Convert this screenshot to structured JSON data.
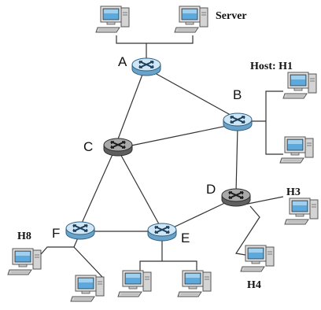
{
  "labels": {
    "server": "Server",
    "host_h1": "Host: H1",
    "h3": "H3",
    "h4": "H4",
    "h8": "H8"
  },
  "routers": {
    "a": {
      "label": "A",
      "style": "blue"
    },
    "b": {
      "label": "B",
      "style": "blue"
    },
    "c": {
      "label": "C",
      "style": "gray"
    },
    "d": {
      "label": "D",
      "style": "gray"
    },
    "e": {
      "label": "E",
      "style": "blue"
    },
    "f": {
      "label": "F",
      "style": "blue"
    }
  },
  "links": [
    [
      "A",
      "B"
    ],
    [
      "A",
      "C"
    ],
    [
      "B",
      "C"
    ],
    [
      "B",
      "D"
    ],
    [
      "C",
      "E"
    ],
    [
      "C",
      "F"
    ],
    [
      "D",
      "E"
    ],
    [
      "E",
      "F"
    ]
  ],
  "colors": {
    "router_blue_top": "#cfe6f7",
    "router_blue_side": "#6aa3c9",
    "router_gray_top": "#a9a9a9",
    "router_gray_side": "#5f5f5f",
    "link": "#333333"
  },
  "icons": {
    "router": "router-icon",
    "host": "desktop-computer-icon"
  }
}
